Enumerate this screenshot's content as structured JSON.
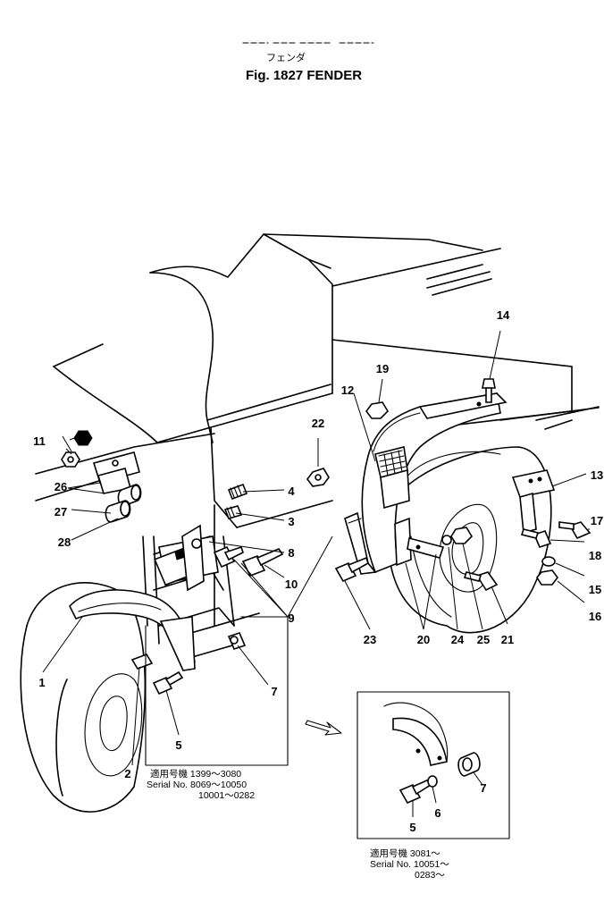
{
  "header": {
    "japanese_title": "フェンダ",
    "figure_title": "Fig. 1827  FENDER"
  },
  "callouts": [
    "1",
    "2",
    "3",
    "4",
    "5",
    "6",
    "7",
    "8",
    "9",
    "10",
    "11",
    "12",
    "13",
    "14",
    "15",
    "16",
    "17",
    "18",
    "19",
    "20",
    "21",
    "22",
    "23",
    "24",
    "25",
    "26",
    "27",
    "28"
  ],
  "serial_box_main": {
    "line1": "適用号機 1399～3080",
    "line2": "Serial No. 8069～10050",
    "line3": "10001～0282"
  },
  "serial_box_inset": {
    "line1": "適用号機 3081～",
    "line2": "Serial No. 10051～",
    "line3": "0283～"
  },
  "inset_callouts": [
    "5",
    "6",
    "7"
  ]
}
